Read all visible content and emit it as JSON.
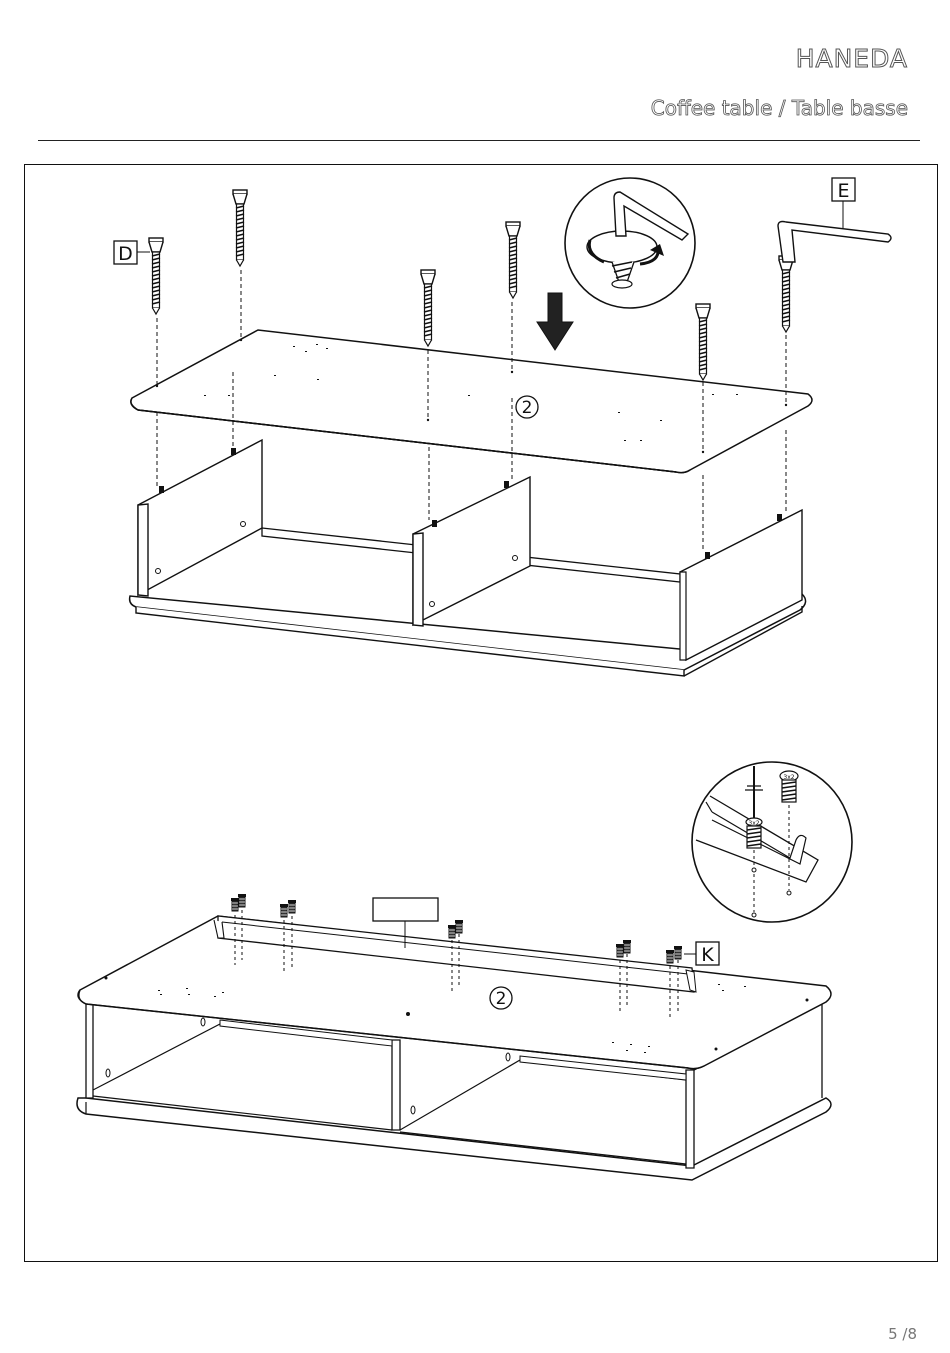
{
  "header": {
    "brand": "HANEDA",
    "subtitle": "Coffee table / Table basse"
  },
  "step1": {
    "parts": {
      "screw_label": "D",
      "tool_label": "E"
    },
    "step_number": "2"
  },
  "step2": {
    "parts": {
      "cam_label": "K",
      "detail_screw_text": "3x2"
    },
    "step_number": "2",
    "part_box_text": ""
  },
  "footer": {
    "page_number": "5 /8"
  },
  "colors": {
    "line": "#111111",
    "fill": "#ffffff",
    "arrow": "#222222"
  }
}
